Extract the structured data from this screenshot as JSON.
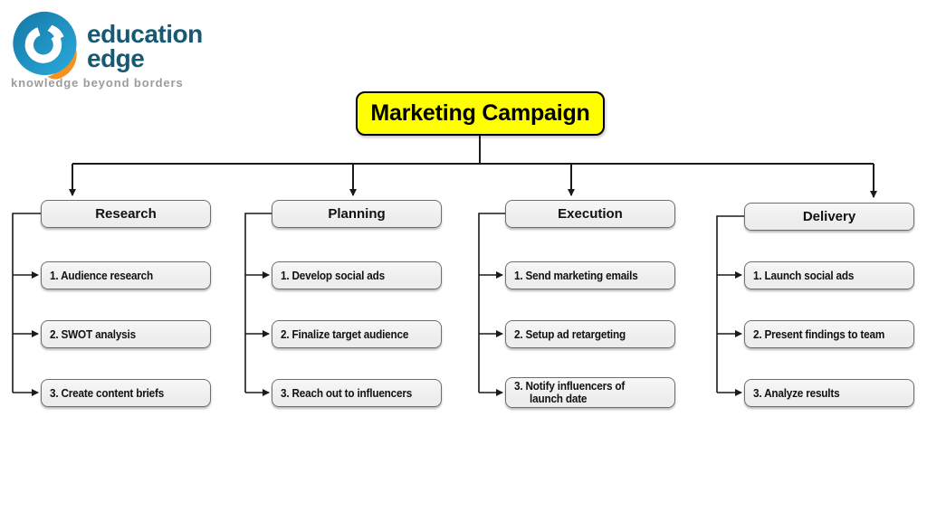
{
  "logo": {
    "brand_line1": "education",
    "brand_line2": "edge",
    "tagline": "knowledge beyond borders"
  },
  "title": "Marketing Campaign",
  "columns": [
    {
      "title": "Research",
      "items": [
        "1. Audience research",
        "2. SWOT analysis",
        "3. Create content briefs"
      ]
    },
    {
      "title": "Planning",
      "items": [
        "1. Develop social ads",
        "2. Finalize target audience",
        "3. Reach out to influencers"
      ]
    },
    {
      "title": "Execution",
      "items": [
        "1. Send marketing emails",
        "2. Setup ad retargeting",
        "3. Notify influencers of launch date"
      ]
    },
    {
      "title": "Delivery",
      "items": [
        "1. Launch social ads",
        "2. Present findings to team",
        "3. Analyze results"
      ]
    }
  ],
  "style": {
    "title_bg": "#ffff00",
    "title_border": "#000000",
    "node_fill": "#ededed",
    "node_border": "#6e6e6e",
    "line_color": "#1a1a1a",
    "logo_blue_dark": "#1478a5",
    "logo_blue_light": "#2baade",
    "logo_orange": "#f5921e",
    "logo_text": "#175873",
    "logo_tagline": "#9b9b9b"
  }
}
